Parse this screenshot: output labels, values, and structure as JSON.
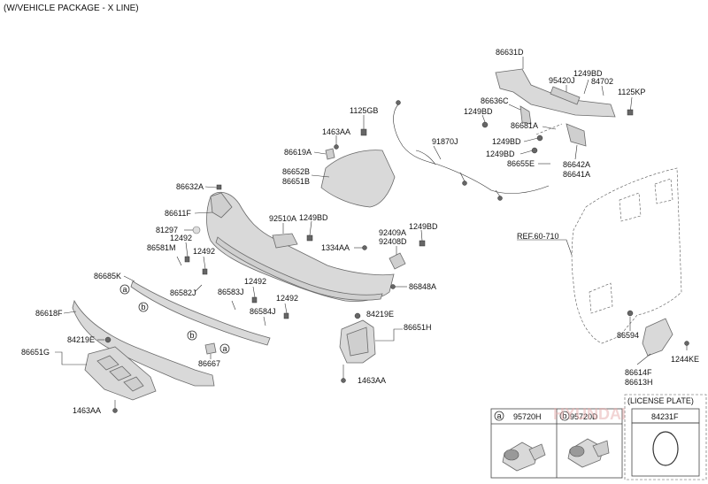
{
  "header": {
    "title": "(W/VEHICLE PACKAGE - X LINE)"
  },
  "callouts": {
    "a": "a",
    "b": "b"
  },
  "parts": {
    "p86631D": "86631D",
    "p95420J": "95420J",
    "p1249BD_a": "1249BD",
    "p84702": "84702",
    "p1125KP": "1125KP",
    "p86636C": "86636C",
    "p1249BD_b": "1249BD",
    "p86681A": "86681A",
    "p1249BD_c": "1249BD",
    "p1249BD_d": "1249BD",
    "p86655E": "86655E",
    "p86642A": "86642A",
    "p86641A": "86641A",
    "p1125GB": "1125GB",
    "p1463AA_a": "1463AA",
    "p91870J": "91870J",
    "p86619A": "86619A",
    "p86652B": "86652B",
    "p86651B": "86651B",
    "p86632A": "86632A",
    "p86611F": "86611F",
    "p92510A": "92510A",
    "p1249BD_e": "1249BD",
    "p92409A": "92409A",
    "p1249BD_f": "1249BD",
    "p92408D": "92408D",
    "p81297": "81297",
    "p12492_a": "12492",
    "p86581M": "86581M",
    "p12492_b": "12492",
    "p1334AA": "1334AA",
    "p86685K": "86685K",
    "p86582J": "86582J",
    "p12492_c": "12492",
    "p86583J": "86583J",
    "p12492_d": "12492",
    "p86584J": "86584J",
    "p86848A": "86848A",
    "p86618F": "86618F",
    "p84219E_a": "84219E",
    "p84219E_b": "84219E",
    "p86651H": "86651H",
    "p86651G": "86651G",
    "p86667": "86667",
    "p1463AA_b": "1463AA",
    "p1463AA_c": "1463AA",
    "pREF": "REF.60-710",
    "p86594": "86594",
    "p86614F": "86614F",
    "p86613H": "86613H",
    "p1244KE": "1244KE"
  },
  "legend": {
    "a_code": "95720H",
    "b_code": "95720D",
    "plate_title": "(LICENSE PLATE)",
    "plate_code": "84231F"
  },
  "watermark": "HYUNDAI"
}
